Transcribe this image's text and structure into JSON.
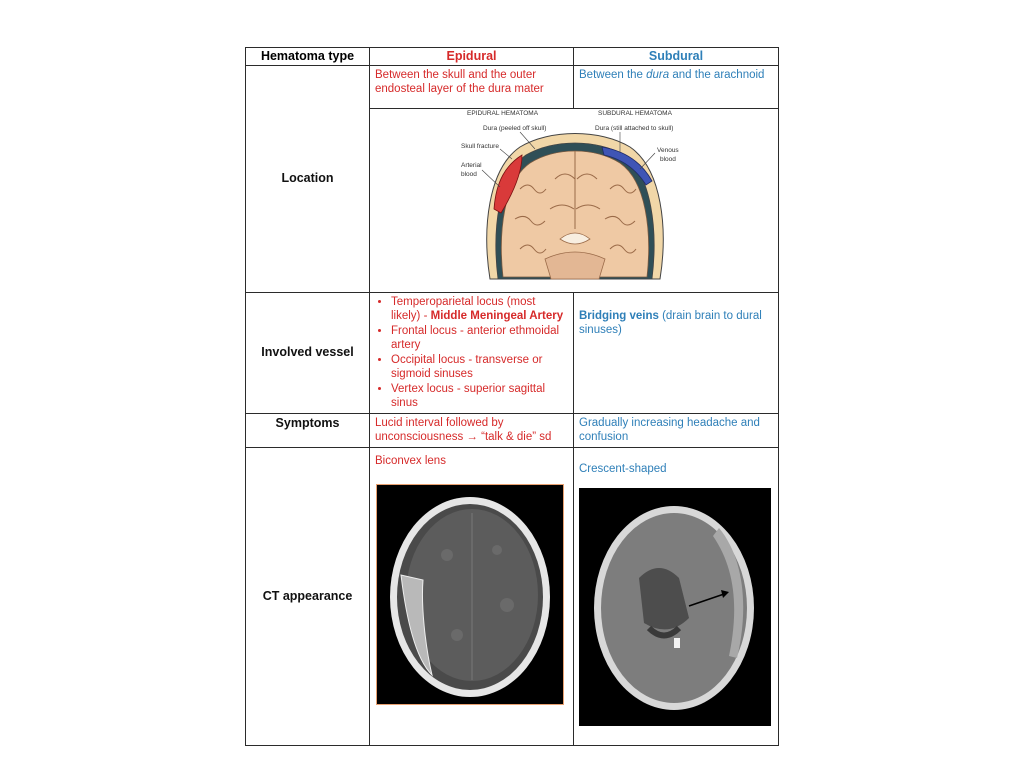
{
  "header": {
    "type_label": "Hematoma type",
    "epidural": "Epidural",
    "subdural": "Subdural"
  },
  "location": {
    "label": "Location",
    "epidural_text": "Between the skull and the outer endosteal layer of the dura mater",
    "subdural_prefix": "Between the ",
    "subdural_italic": "dura",
    "subdural_suffix": " and the arachnoid",
    "diagram": {
      "epidural_title": "EPIDURAL HEMATOMA",
      "subdural_title": "SUBDURAL HEMATOMA",
      "dura_peeled": "Dura (peeled off skull)",
      "dura_attached": "Dura (still attached to skull)",
      "skull_fracture": "Skull fracture",
      "arterial": "Arterial",
      "arterial_blood": "blood",
      "venous": "Venous",
      "venous_blood": "blood"
    }
  },
  "vessel": {
    "label": "Involved vessel",
    "epidural_items": [
      {
        "pre": "Temperoparietal locus (most likely) - ",
        "bold": "Middle Meningeal Artery",
        "post": ""
      },
      {
        "pre": "Frontal locus - anterior ethmoidal artery",
        "bold": "",
        "post": ""
      },
      {
        "pre": "Occipital locus - transverse or sigmoid sinuses",
        "bold": "",
        "post": ""
      },
      {
        "pre": "Vertex locus - superior sagittal sinus",
        "bold": "",
        "post": ""
      }
    ],
    "subdural_bold": "Bridging veins",
    "subdural_rest": " (drain brain to dural sinuses)"
  },
  "symptoms": {
    "label": "Symptoms",
    "epidural_pre": "Lucid interval followed by unconsciousness ",
    "epidural_arrow": "→",
    "epidural_post": " “talk & die” sd",
    "subdural": "Gradually increasing headache and confusion"
  },
  "ct": {
    "label": "CT appearance",
    "epidural_caption": "Biconvex lens",
    "subdural_caption": "Crescent-shaped"
  },
  "colors": {
    "epidural": "#d62a2a",
    "subdural": "#2e7fb8",
    "border": "#2b2b2b"
  }
}
